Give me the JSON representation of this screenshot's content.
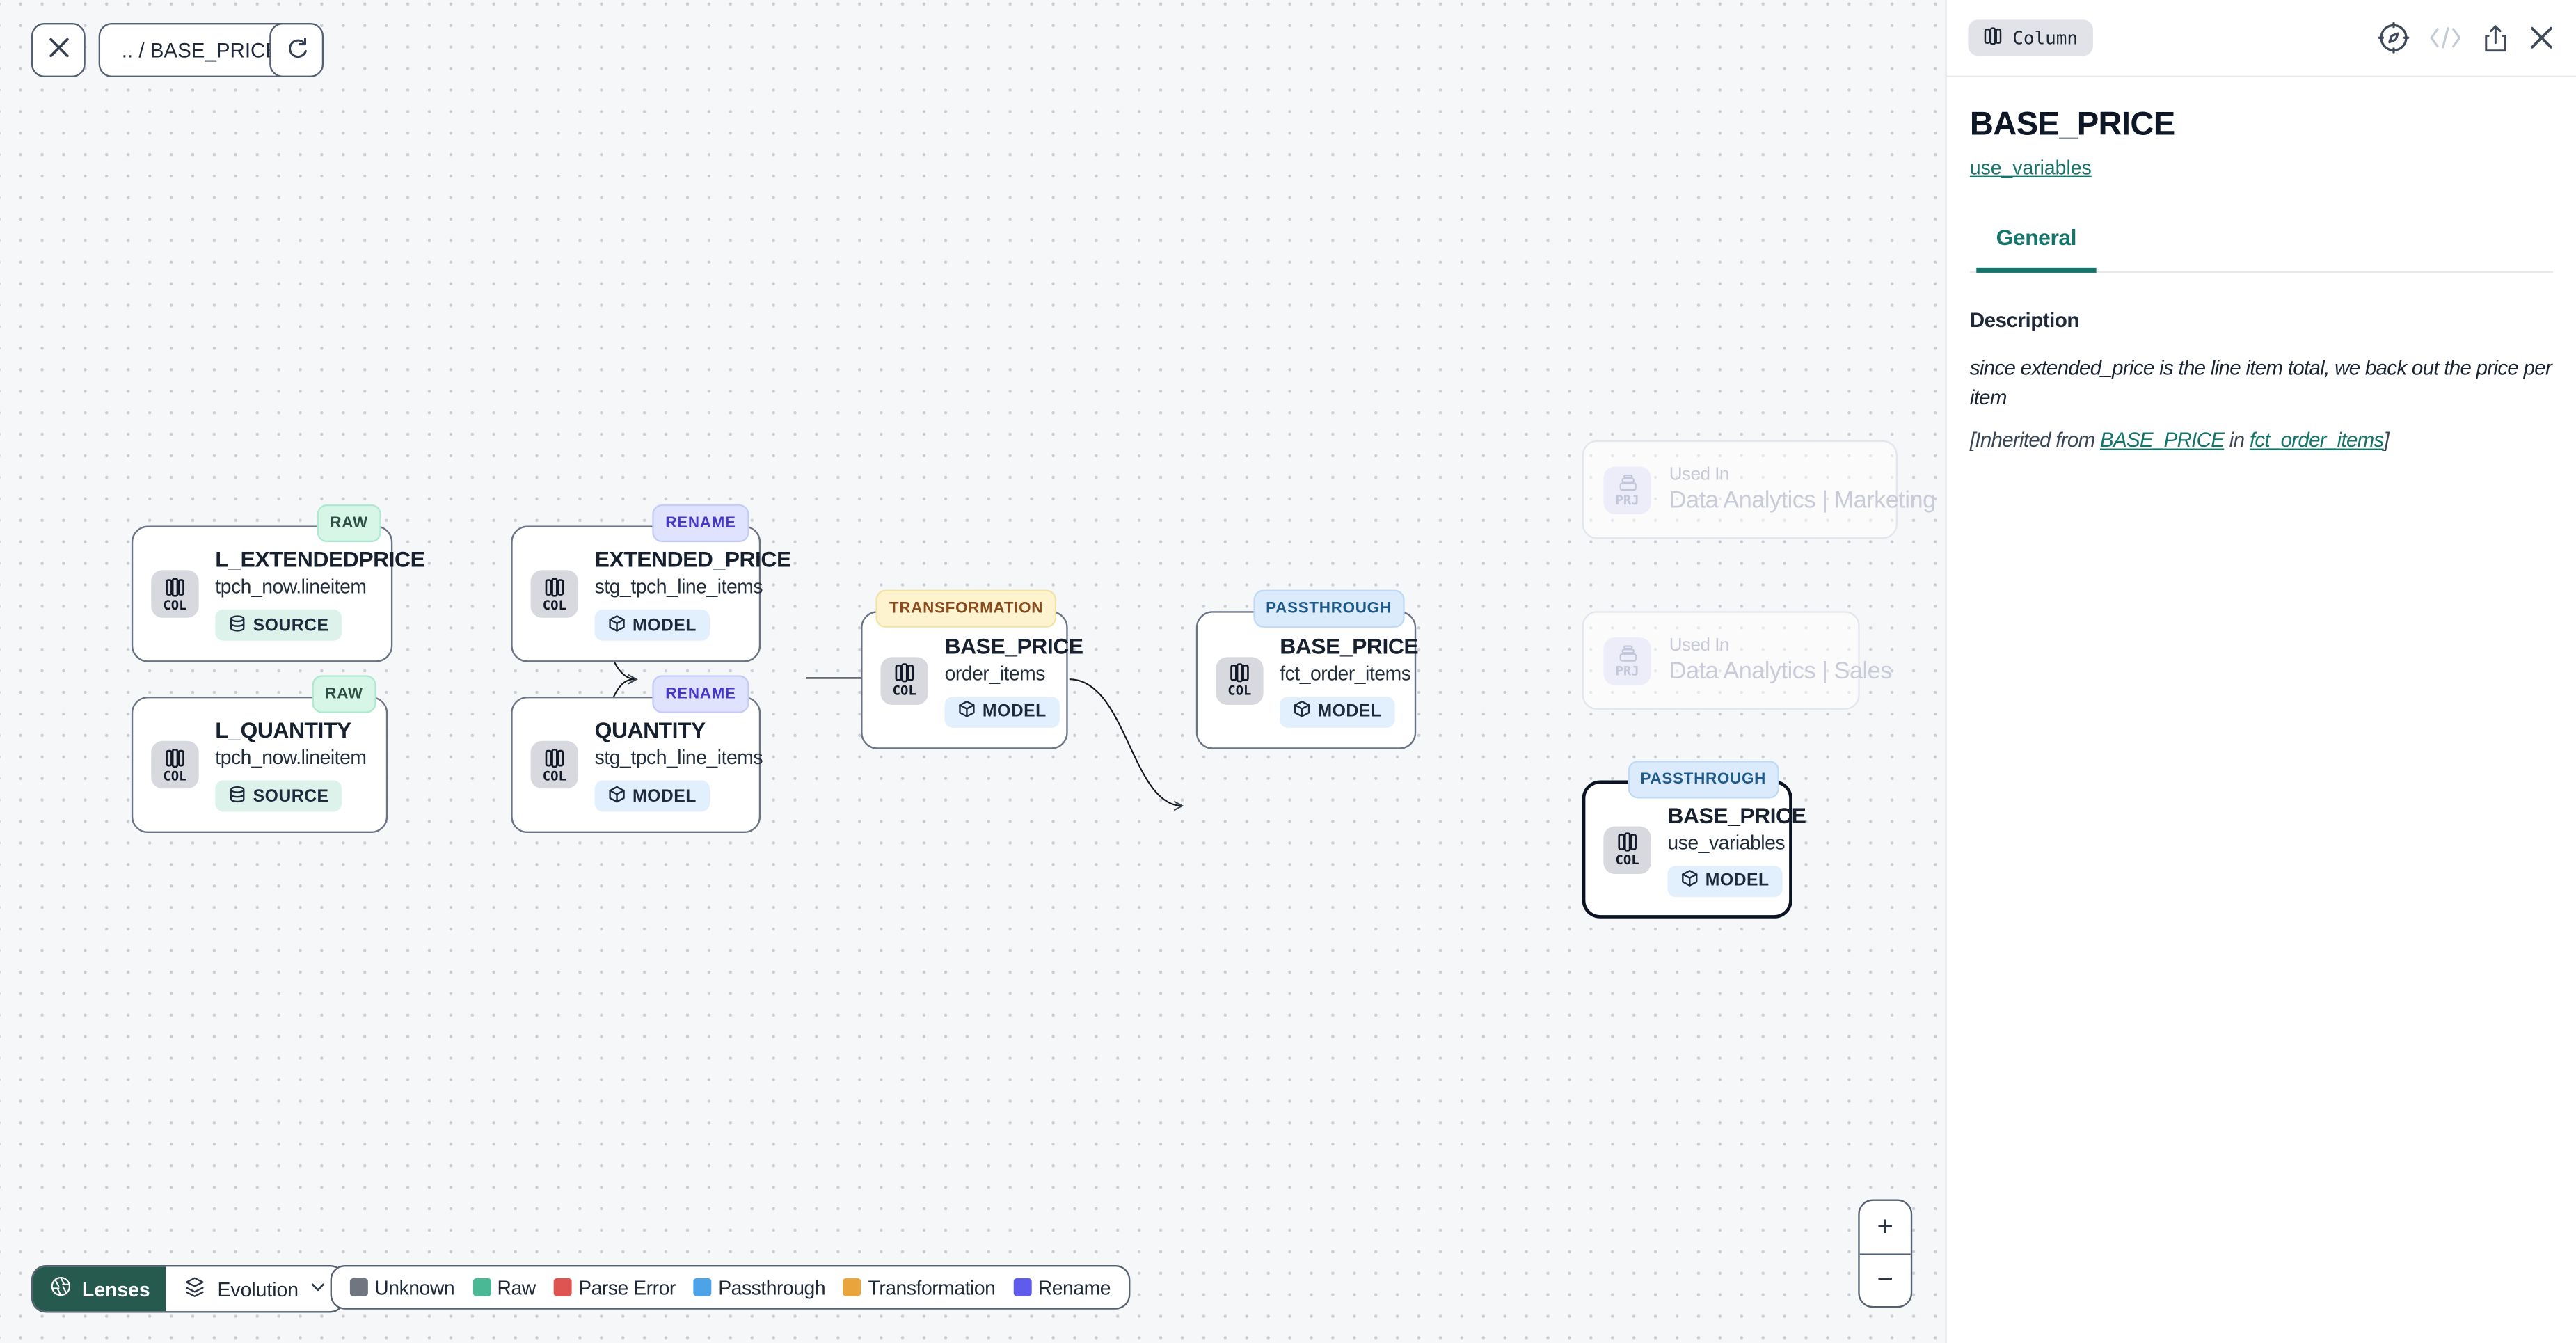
{
  "toolbar": {
    "breadcrumb": ".. / BASE_PRICE"
  },
  "canvas": {
    "nodes": [
      {
        "lens": "RAW",
        "title": "L_EXTENDEDPRICE",
        "subtitle": "tpch_now.lineitem",
        "kind": "SOURCE",
        "icon_label": "COL",
        "selected": false
      },
      {
        "lens": "RAW",
        "title": "L_QUANTITY",
        "subtitle": "tpch_now.lineitem",
        "kind": "SOURCE",
        "icon_label": "COL",
        "selected": false
      },
      {
        "lens": "RENAME",
        "title": "EXTENDED_PRICE",
        "subtitle": "stg_tpch_line_items",
        "kind": "MODEL",
        "icon_label": "COL",
        "selected": false
      },
      {
        "lens": "RENAME",
        "title": "QUANTITY",
        "subtitle": "stg_tpch_line_items",
        "kind": "MODEL",
        "icon_label": "COL",
        "selected": false
      },
      {
        "lens": "TRANSFORMATION",
        "title": "BASE_PRICE",
        "subtitle": "order_items",
        "kind": "MODEL",
        "icon_label": "COL",
        "selected": false
      },
      {
        "lens": "PASSTHROUGH",
        "title": "BASE_PRICE",
        "subtitle": "fct_order_items",
        "kind": "MODEL",
        "icon_label": "COL",
        "selected": false
      },
      {
        "lens": "PASSTHROUGH",
        "title": "BASE_PRICE",
        "subtitle": "use_variables",
        "kind": "MODEL",
        "icon_label": "COL",
        "selected": true
      }
    ],
    "used_in_nodes": [
      {
        "label": "Used In",
        "name": "Data Analytics | Marketing",
        "icon_label": "PRJ"
      },
      {
        "label": "Used In",
        "name": "Data Analytics | Sales",
        "icon_label": "PRJ"
      }
    ]
  },
  "lenses": {
    "button_label": "Lenses",
    "selected_lens": "Evolution"
  },
  "legend": {
    "items": [
      {
        "label": "Unknown",
        "color": "#6f7680"
      },
      {
        "label": "Raw",
        "color": "#4ab795"
      },
      {
        "label": "Parse Error",
        "color": "#dd5450"
      },
      {
        "label": "Passthrough",
        "color": "#4da3e8"
      },
      {
        "label": "Transformation",
        "color": "#e9a43b"
      },
      {
        "label": "Rename",
        "color": "#5f5ced"
      }
    ]
  },
  "zoom_controls": {
    "zoom_in": "+",
    "zoom_out": "−"
  },
  "panel": {
    "type_badge": "Column",
    "title": "BASE_PRICE",
    "subtitle_link": "use_variables",
    "tabs": [
      {
        "label": "General"
      }
    ],
    "description": {
      "heading": "Description",
      "text": "since extended_price is the line item total, we back out the price per item",
      "inherited_prefix": "[Inherited from ",
      "inherited_link_column": "BASE_PRICE",
      "inherited_middle": " in ",
      "inherited_link_model": "fct_order_items",
      "inherited_suffix": "]"
    },
    "accent_color": "#15756a"
  }
}
